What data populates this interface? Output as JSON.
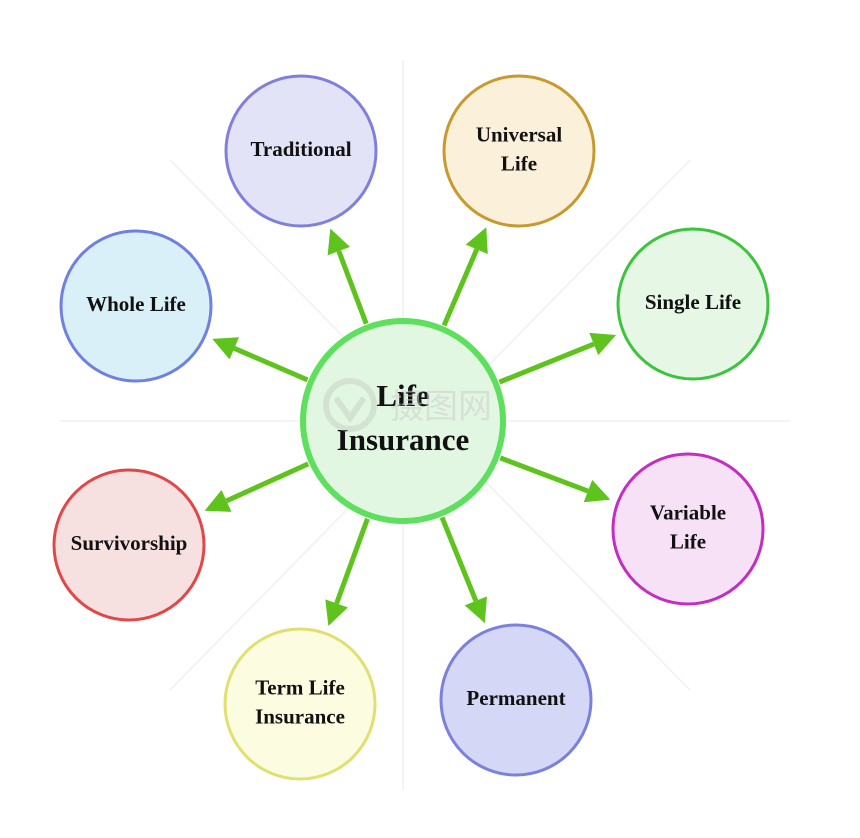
{
  "diagram": {
    "center": {
      "lines": [
        "Life",
        "Insurance"
      ],
      "fill": "#e2f7e2",
      "stroke": "#5ee05e"
    },
    "nodes": [
      {
        "id": "traditional",
        "lines": [
          "Traditional"
        ],
        "fill": "#e3e3f7",
        "stroke": "#8080dc"
      },
      {
        "id": "universal-life",
        "lines": [
          "Universal",
          "Life"
        ],
        "fill": "#fbf0d9",
        "stroke": "#c8992c"
      },
      {
        "id": "single-life",
        "lines": [
          "Single Life"
        ],
        "fill": "#e6f7e6",
        "stroke": "#3cc43c"
      },
      {
        "id": "variable-life",
        "lines": [
          "Variable",
          "Life"
        ],
        "fill": "#f7e1f7",
        "stroke": "#c22ec2"
      },
      {
        "id": "permanent",
        "lines": [
          "Permanent"
        ],
        "fill": "#d4d7f5",
        "stroke": "#7b80dc"
      },
      {
        "id": "term-life-insurance",
        "lines": [
          "Term Life",
          "Insurance"
        ],
        "fill": "#fcfce0",
        "stroke": "#e0e070"
      },
      {
        "id": "survivorship",
        "lines": [
          "Survivorship"
        ],
        "fill": "#f7e0e0",
        "stroke": "#e04848"
      },
      {
        "id": "whole-life",
        "lines": [
          "Whole Life"
        ],
        "fill": "#d9f0f9",
        "stroke": "#7080e0"
      }
    ],
    "arrow_color": "#5ec31c",
    "watermark": "摄图网"
  }
}
